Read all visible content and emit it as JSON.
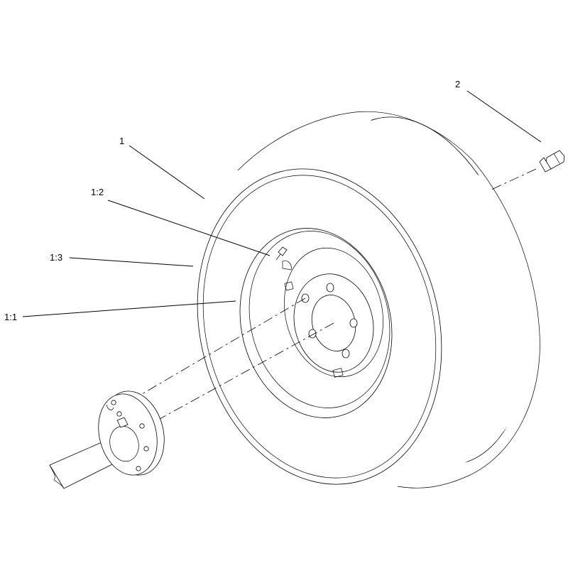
{
  "callouts": {
    "c1": "1",
    "c2": "2",
    "c1_1": "1:1",
    "c1_2": "1:2",
    "c1_3": "1:3"
  },
  "colors": {
    "ink": "#000000",
    "paper": "#ffffff"
  }
}
